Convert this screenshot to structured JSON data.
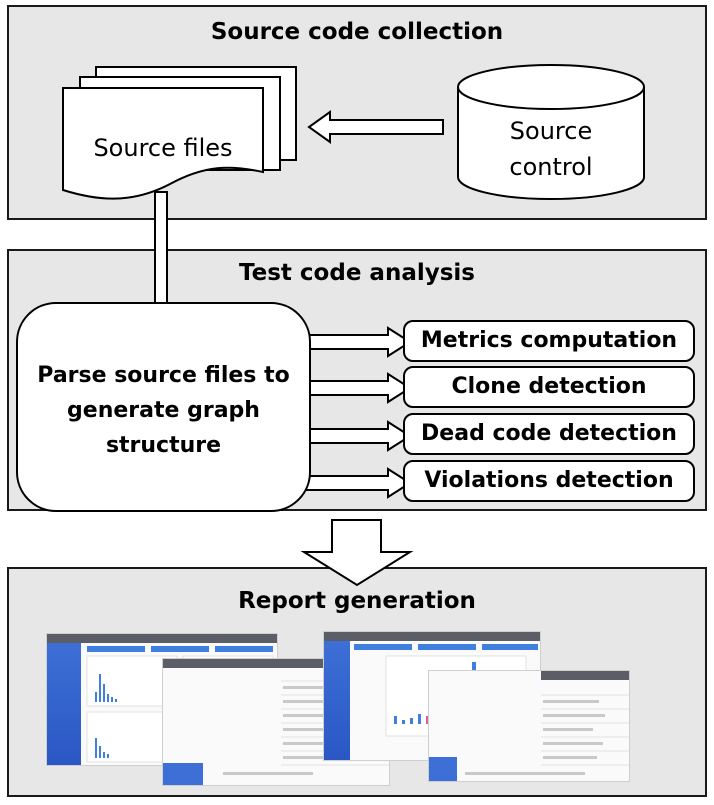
{
  "panels": {
    "collection": {
      "title": "Source code collection"
    },
    "analysis": {
      "title": "Test code analysis"
    },
    "report": {
      "title": "Report generation"
    }
  },
  "nodes": {
    "source_files": "Source files",
    "source_control_line1": "Source",
    "source_control_line2": "control",
    "parse_line1": "Parse source files to",
    "parse_line2": "generate graph",
    "parse_line3": "structure"
  },
  "analysis_tasks": [
    "Metrics computation",
    "Clone detection",
    "Dead code detection",
    "Violations detection"
  ],
  "colors": {
    "panel_fill": "#e7e7e7",
    "border": "#1a1a1a",
    "screenshot_accent": "#3f7fe0",
    "screenshot_highlight": "#e0608a"
  }
}
